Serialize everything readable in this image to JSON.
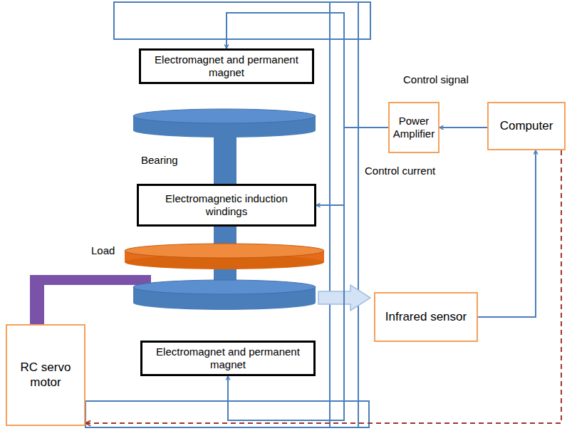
{
  "diagram": {
    "nodes": [
      {
        "text": [
          "Electromagnet and permanent magnet"
        ]
      },
      {
        "text": [
          "Power Amplifier"
        ]
      },
      {
        "text": [
          "Computer"
        ]
      },
      {
        "text": [
          "Electromagnetic induction windings"
        ]
      },
      {
        "text": [
          "Infrared sensor"
        ]
      },
      {
        "text": [
          "RC servo motor"
        ]
      },
      {
        "text": [
          "Electromagnet and permanent magnet"
        ]
      }
    ],
    "edges": [
      {
        "from": 2,
        "to": 1,
        "arrow": "to"
      },
      {
        "from": 1,
        "to": 0,
        "arrow": "to"
      },
      {
        "from": 1,
        "to": 3,
        "arrow": "to"
      },
      {
        "from": 1,
        "to": 6,
        "arrow": "to"
      },
      {
        "from": 4,
        "to": 2,
        "arrow": "to"
      },
      {
        "from": 2,
        "to": 5,
        "arrow": "to"
      }
    ],
    "labels": [
      "Control signal",
      "Bearing",
      "Control current",
      "Load"
    ]
  }
}
